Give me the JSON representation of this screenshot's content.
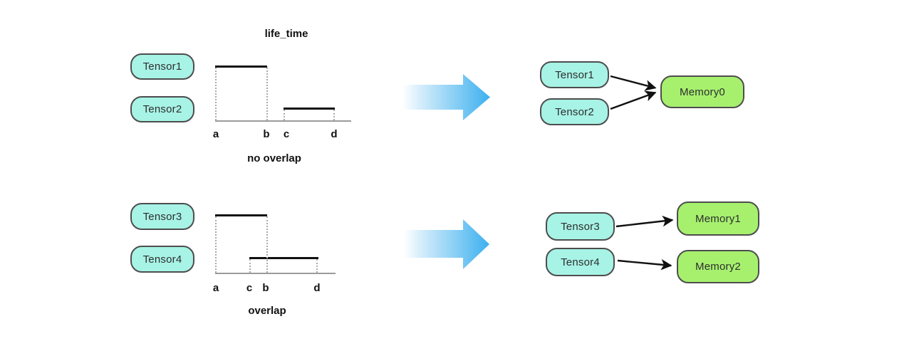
{
  "colors": {
    "tensor_fill": "#a7f3e6",
    "memory_fill": "#a6f06e",
    "box_border": "#4d4d4d",
    "lifetime_bar": "#111111",
    "axis_gray": "#9b9b9b",
    "connector_black": "#111111",
    "big_arrow_blue": "#3cb0ef"
  },
  "top_section": {
    "chart": {
      "title": "life_time",
      "caption": "no overlap",
      "tensors": [
        {
          "label": "Tensor1"
        },
        {
          "label": "Tensor2"
        }
      ],
      "ticks": [
        {
          "label": "a"
        },
        {
          "label": "b"
        },
        {
          "label": "c"
        },
        {
          "label": "d"
        }
      ],
      "intervals": [
        {
          "tensor": "Tensor1",
          "start": "a",
          "end": "b"
        },
        {
          "tensor": "Tensor2",
          "start": "c",
          "end": "d"
        }
      ]
    },
    "allocation": {
      "tensors": [
        {
          "label": "Tensor1"
        },
        {
          "label": "Tensor2"
        }
      ],
      "memories": [
        {
          "label": "Memory0"
        }
      ],
      "edges": [
        {
          "from": "Tensor1",
          "to": "Memory0"
        },
        {
          "from": "Tensor2",
          "to": "Memory0"
        }
      ]
    }
  },
  "bottom_section": {
    "chart": {
      "caption": "overlap",
      "tensors": [
        {
          "label": "Tensor3"
        },
        {
          "label": "Tensor4"
        }
      ],
      "ticks": [
        {
          "label": "a"
        },
        {
          "label": "c"
        },
        {
          "label": "b"
        },
        {
          "label": "d"
        }
      ],
      "intervals": [
        {
          "tensor": "Tensor3",
          "start": "a",
          "end": "b"
        },
        {
          "tensor": "Tensor4",
          "start": "c",
          "end": "d"
        }
      ]
    },
    "allocation": {
      "tensors": [
        {
          "label": "Tensor3"
        },
        {
          "label": "Tensor4"
        }
      ],
      "memories": [
        {
          "label": "Memory1"
        },
        {
          "label": "Memory2"
        }
      ],
      "edges": [
        {
          "from": "Tensor3",
          "to": "Memory1"
        },
        {
          "from": "Tensor4",
          "to": "Memory2"
        }
      ]
    }
  }
}
